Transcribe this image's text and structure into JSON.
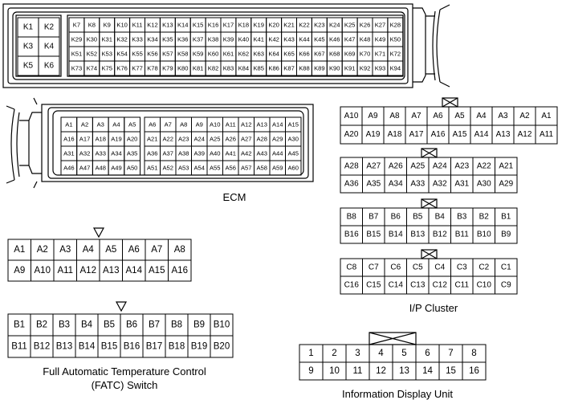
{
  "captions": {
    "ecm": "ECM",
    "ip_cluster": "I/P Cluster",
    "fatc_line1": "Full Automatic Temperature Control",
    "fatc_line2": "(FATC) Switch",
    "info_display": "Information Display Unit"
  },
  "ecm_k": {
    "left_grid": [
      [
        "K1",
        "K2"
      ],
      [
        "K3",
        "K4"
      ],
      [
        "K5",
        "K6"
      ]
    ],
    "rows": [
      [
        "K7",
        "K8",
        "K9",
        "K10",
        "K11",
        "K12",
        "K13",
        "K14",
        "K15",
        "K16",
        "K17",
        "K18",
        "K19",
        "K20",
        "K21",
        "K22",
        "K23",
        "K24",
        "K25",
        "K26",
        "K27",
        "K28"
      ],
      [
        "K29",
        "K30",
        "K31",
        "K32",
        "K33",
        "K34",
        "K35",
        "K36",
        "K37",
        "K38",
        "K39",
        "K40",
        "K41",
        "K42",
        "K43",
        "K44",
        "K45",
        "K46",
        "K47",
        "K48",
        "K49",
        "K50"
      ],
      [
        "K51",
        "K52",
        "K53",
        "K54",
        "K55",
        "K56",
        "K57",
        "K58",
        "K59",
        "K60",
        "K61",
        "K62",
        "K63",
        "K64",
        "K65",
        "K66",
        "K67",
        "K68",
        "K69",
        "K70",
        "K71",
        "K72"
      ],
      [
        "K73",
        "K74",
        "K75",
        "K76",
        "K77",
        "K78",
        "K79",
        "K80",
        "K81",
        "K82",
        "K83",
        "K84",
        "K85",
        "K86",
        "K87",
        "K88",
        "K89",
        "K90",
        "K91",
        "K92",
        "K93",
        "K94"
      ]
    ]
  },
  "ecm_a": {
    "left": [
      [
        "A1",
        "A2",
        "A3",
        "A4",
        "A5"
      ],
      [
        "A16",
        "A17",
        "A18",
        "A19",
        "A20"
      ],
      [
        "A31",
        "A32",
        "A33",
        "A34",
        "A35"
      ],
      [
        "A46",
        "A47",
        "A48",
        "A49",
        "A50"
      ]
    ],
    "right": [
      [
        "A6",
        "A7",
        "A8",
        "A9",
        "A10",
        "A11",
        "A12",
        "A13",
        "A14",
        "A15"
      ],
      [
        "A21",
        "A22",
        "A23",
        "A24",
        "A25",
        "A26",
        "A27",
        "A28",
        "A29",
        "A30"
      ],
      [
        "A36",
        "A37",
        "A38",
        "A39",
        "A40",
        "A41",
        "A42",
        "A43",
        "A44",
        "A45"
      ],
      [
        "A51",
        "A52",
        "A53",
        "A54",
        "A55",
        "A56",
        "A57",
        "A58",
        "A59",
        "A60"
      ]
    ]
  },
  "ip_a1": [
    [
      "A10",
      "A9",
      "A8",
      "A7",
      "A6",
      "A5",
      "A4",
      "A3",
      "A2",
      "A1"
    ],
    [
      "A20",
      "A19",
      "A18",
      "A17",
      "A16",
      "A15",
      "A14",
      "A13",
      "A12",
      "A11"
    ]
  ],
  "ip_a2": [
    [
      "A28",
      "A27",
      "A26",
      "A25",
      "A24",
      "A23",
      "A22",
      "A21"
    ],
    [
      "A36",
      "A35",
      "A34",
      "A33",
      "A32",
      "A31",
      "A30",
      "A29"
    ]
  ],
  "ip_b": [
    [
      "B8",
      "B7",
      "B6",
      "B5",
      "B4",
      "B3",
      "B2",
      "B1"
    ],
    [
      "B16",
      "B15",
      "B14",
      "B13",
      "B12",
      "B11",
      "B10",
      "B9"
    ]
  ],
  "ip_c": [
    [
      "C8",
      "C7",
      "C6",
      "C5",
      "C4",
      "C3",
      "C2",
      "C1"
    ],
    [
      "C16",
      "C15",
      "C14",
      "C13",
      "C12",
      "C11",
      "C10",
      "C9"
    ]
  ],
  "fatc_a": [
    [
      "A1",
      "A2",
      "A3",
      "A4",
      "A5",
      "A6",
      "A7",
      "A8"
    ],
    [
      "A9",
      "A10",
      "A11",
      "A12",
      "A13",
      "A14",
      "A15",
      "A16"
    ]
  ],
  "fatc_b": [
    [
      "B1",
      "B2",
      "B3",
      "B4",
      "B5",
      "B6",
      "B7",
      "B8",
      "B9",
      "B10"
    ],
    [
      "B11",
      "B12",
      "B13",
      "B14",
      "B15",
      "B16",
      "B17",
      "B18",
      "B19",
      "B20"
    ]
  ],
  "idu": [
    [
      "1",
      "2",
      "3",
      "4",
      "5",
      "6",
      "7",
      "8"
    ],
    [
      "9",
      "10",
      "11",
      "12",
      "13",
      "14",
      "15",
      "16"
    ]
  ]
}
